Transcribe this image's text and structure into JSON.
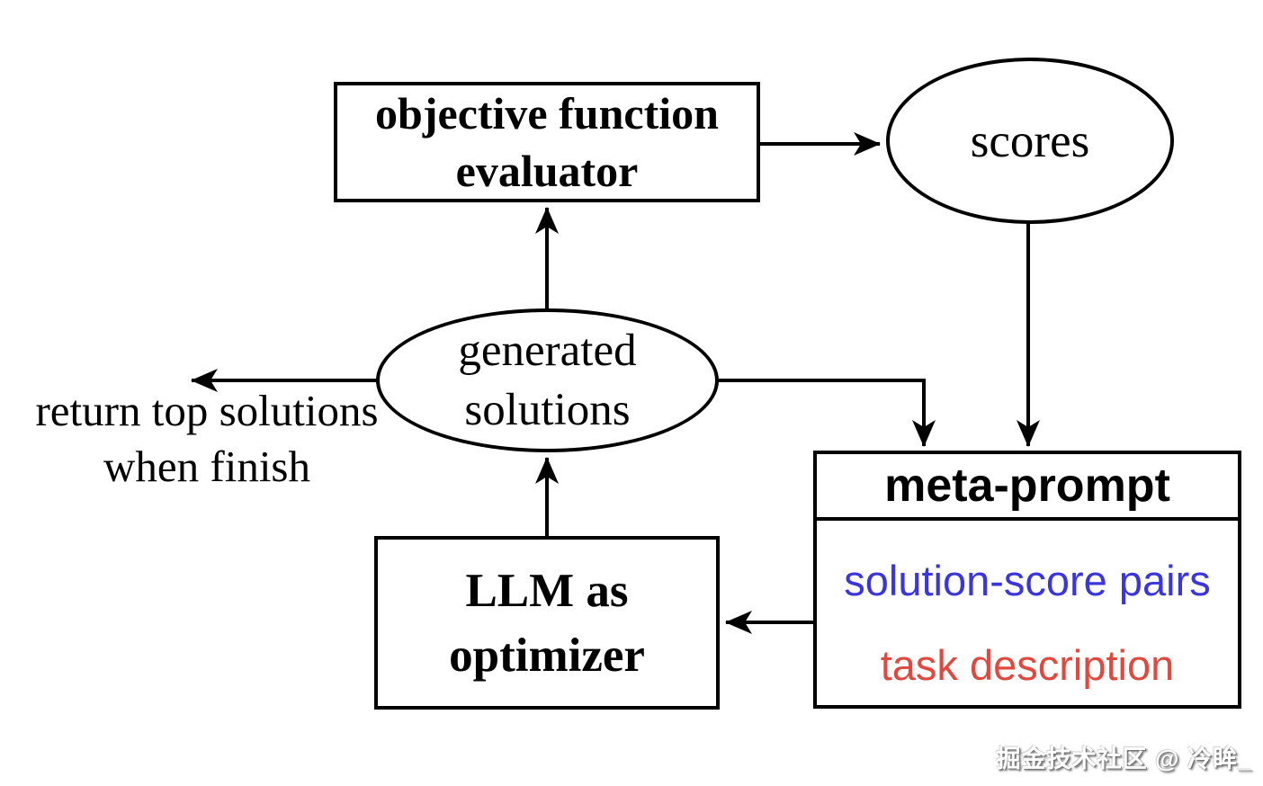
{
  "diagram": {
    "title_context": "LLM as optimizer framework diagram",
    "colors": {
      "stroke": "#000000",
      "background": "#ffffff",
      "solution_score_pairs_text": "#3a35dc",
      "task_description_text": "#e0493f"
    },
    "nodes": {
      "evaluator": {
        "shape": "rectangle",
        "line1": "objective function",
        "line2": "evaluator"
      },
      "scores": {
        "shape": "ellipse",
        "label": "scores"
      },
      "generated_solutions": {
        "shape": "ellipse",
        "line1": "generated",
        "line2": "solutions"
      },
      "meta_prompt": {
        "shape": "rectangle",
        "title": "meta-prompt",
        "items": [
          {
            "label": "solution-score pairs",
            "color": "#3a35dc"
          },
          {
            "label": "task description",
            "color": "#e0493f"
          }
        ]
      },
      "llm_optimizer": {
        "shape": "rectangle",
        "line1": "LLM as",
        "line2": "optimizer"
      }
    },
    "annotations": {
      "return_label": {
        "line1": "return top solutions",
        "line2": "when finish"
      }
    },
    "edges": [
      {
        "from": "objective-function-evaluator",
        "to": "scores"
      },
      {
        "from": "generated-solutions",
        "to": "objective-function-evaluator"
      },
      {
        "from": "scores",
        "to": "meta-prompt"
      },
      {
        "from": "generated-solutions",
        "to": "meta-prompt"
      },
      {
        "from": "generated-solutions",
        "to": "return-top-solutions-when-finish"
      },
      {
        "from": "llm-as-optimizer",
        "to": "generated-solutions"
      },
      {
        "from": "meta-prompt",
        "to": "llm-as-optimizer"
      }
    ]
  },
  "watermark": {
    "text": "掘金技术社区 @ 冷眸_"
  }
}
